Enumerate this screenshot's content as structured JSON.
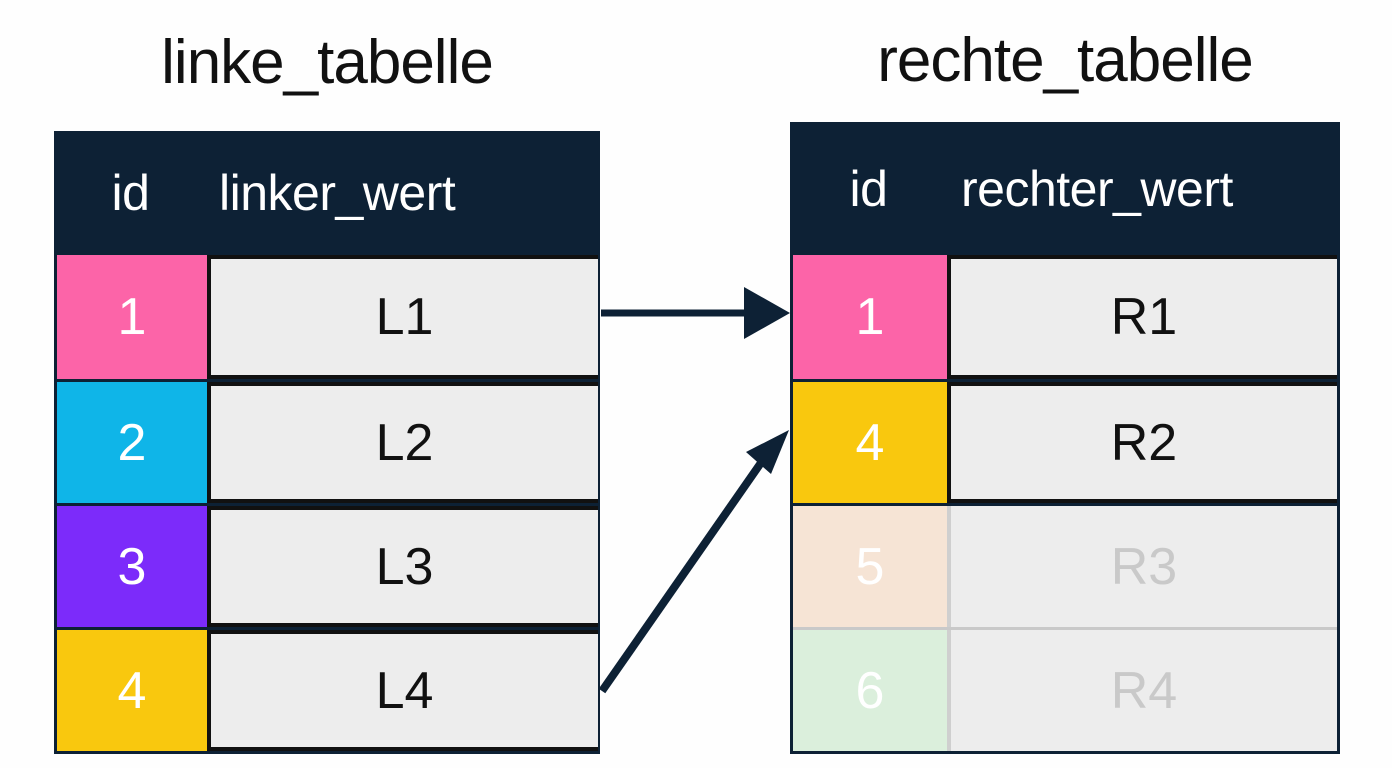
{
  "diagram": {
    "type": "sql-join-illustration",
    "background_color": "#fefefe",
    "header_color": "#0d2135",
    "value_cell_color": "#ededed",
    "arrow_color": "#0d2135"
  },
  "left_table": {
    "title": "linke_tabelle",
    "columns": [
      "id",
      "linker_wert"
    ],
    "rows": [
      {
        "id": "1",
        "value": "L1",
        "id_color": "#fc64a8",
        "faded": false
      },
      {
        "id": "2",
        "value": "L2",
        "id_color": "#0fb5e8",
        "faded": false
      },
      {
        "id": "3",
        "value": "L3",
        "id_color": "#7c2bfa",
        "faded": false
      },
      {
        "id": "4",
        "value": "L4",
        "id_color": "#f9c80e",
        "faded": false
      }
    ]
  },
  "right_table": {
    "title": "rechte_tabelle",
    "columns": [
      "id",
      "rechter_wert"
    ],
    "rows": [
      {
        "id": "1",
        "value": "R1",
        "id_color": "#fc64a8",
        "faded": false
      },
      {
        "id": "4",
        "value": "R2",
        "id_color": "#f9c80e",
        "faded": false
      },
      {
        "id": "5",
        "value": "R3",
        "id_color": "#f6e4d5",
        "faded": true
      },
      {
        "id": "6",
        "value": "R4",
        "id_color": "#dbefdc",
        "faded": true
      }
    ]
  },
  "arrows": [
    {
      "name": "match-arrow-1-to-1",
      "from": "left row 1",
      "to": "right row 1",
      "style": "straight-horizontal"
    },
    {
      "name": "match-arrow-4-to-4",
      "from": "left row 4",
      "to": "right row 4",
      "style": "diagonal-up"
    }
  ]
}
